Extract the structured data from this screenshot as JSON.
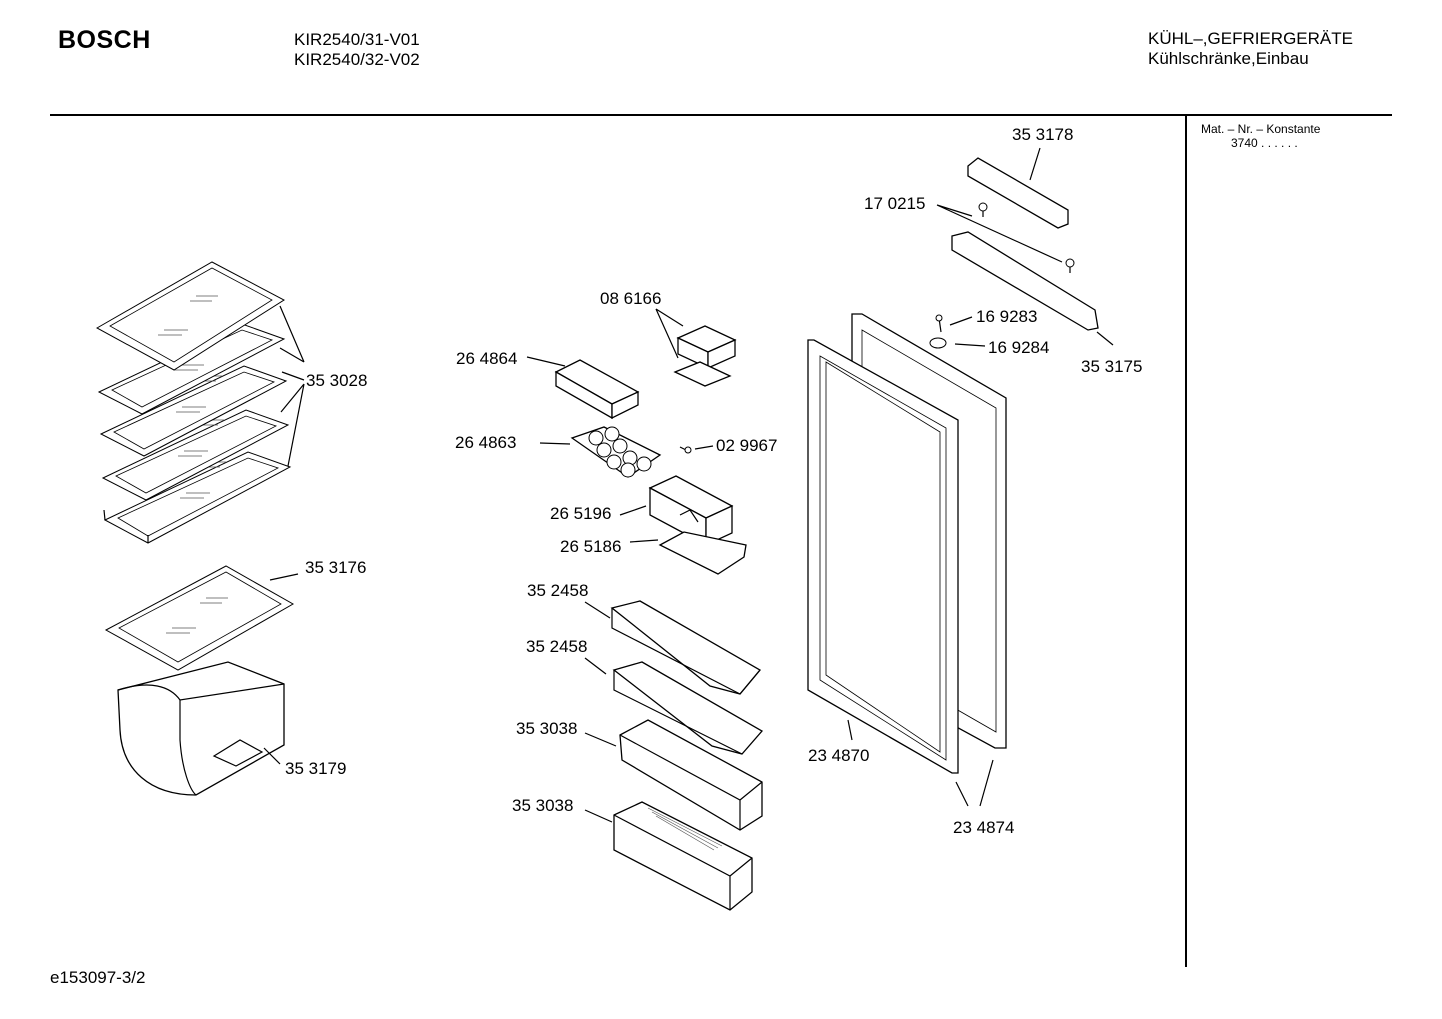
{
  "header": {
    "brand": "BOSCH",
    "models": [
      "KIR2540/31-V01",
      "KIR2540/32-V02"
    ],
    "category": "KÜHL–,GEFRIERGERÄTE",
    "subcategory": "Kühlschränke,Einbau"
  },
  "sidebar": {
    "label": "Mat. – Nr. – Konstante",
    "value": "3740  .  .    .  .  .  ."
  },
  "footer": {
    "doc_id": "e153097-3/2"
  },
  "parts": [
    {
      "id": "p1",
      "number": "35 3178"
    },
    {
      "id": "p2",
      "number": "17 0215"
    },
    {
      "id": "p3",
      "number": "16 9283"
    },
    {
      "id": "p4",
      "number": "16 9284"
    },
    {
      "id": "p5",
      "number": "35 3175"
    },
    {
      "id": "p6",
      "number": "08 6166"
    },
    {
      "id": "p7",
      "number": "26 4864"
    },
    {
      "id": "p8",
      "number": "35 3028"
    },
    {
      "id": "p9",
      "number": "26 4863"
    },
    {
      "id": "p10",
      "number": "02 9967"
    },
    {
      "id": "p11",
      "number": "26 5196"
    },
    {
      "id": "p12",
      "number": "26 5186"
    },
    {
      "id": "p13",
      "number": "35 3176"
    },
    {
      "id": "p14",
      "number": "35 2458"
    },
    {
      "id": "p15",
      "number": "35 2458"
    },
    {
      "id": "p16",
      "number": "35 3038"
    },
    {
      "id": "p17",
      "number": "35 3038"
    },
    {
      "id": "p18",
      "number": "23 4870"
    },
    {
      "id": "p19",
      "number": "35 3179"
    },
    {
      "id": "p20",
      "number": "23 4874"
    }
  ]
}
